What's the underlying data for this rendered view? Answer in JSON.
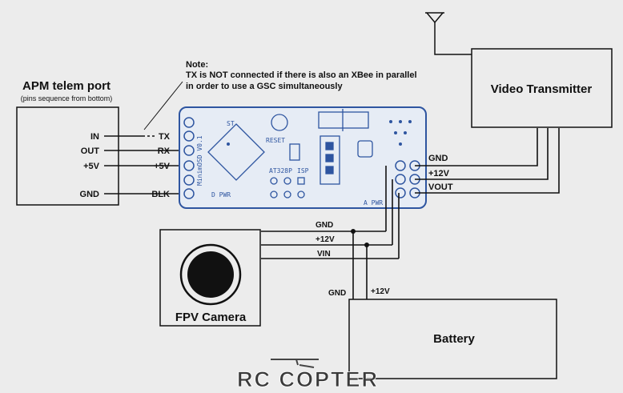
{
  "note": {
    "title": "Note:",
    "line1": "TX is NOT connected if there is also an XBee in parallel",
    "line2": "in order to use a GSC simultaneously"
  },
  "apm": {
    "title": "APM telem port",
    "subtitle": "(pins sequence from bottom)",
    "pins": [
      "IN",
      "OUT",
      "+5V",
      "GND"
    ]
  },
  "osd": {
    "left_pins": [
      "TX",
      "RX",
      "+5V",
      "BLK"
    ],
    "right_pins": [
      "GND",
      "+12V",
      "VOUT"
    ],
    "silk": {
      "name": "MinimOSD V0.1",
      "reset": "RESET",
      "chip": "AT328P",
      "isp": "ISP",
      "st": "ST",
      "pwr_left": "D PWR",
      "pwr_right": "A PWR"
    }
  },
  "vtx": {
    "title": "Video Transmitter"
  },
  "camera": {
    "title": "FPV Camera",
    "wires": [
      "GND",
      "+12V",
      "VIN"
    ]
  },
  "battery": {
    "title": "Battery",
    "wires": [
      "GND",
      "+12V"
    ]
  },
  "logo": {
    "text": "RC COPTER"
  },
  "colors": {
    "background": "#ececec",
    "board": "#e6ecf5",
    "board_trace": "#2e55a0",
    "wire": "#111111"
  }
}
